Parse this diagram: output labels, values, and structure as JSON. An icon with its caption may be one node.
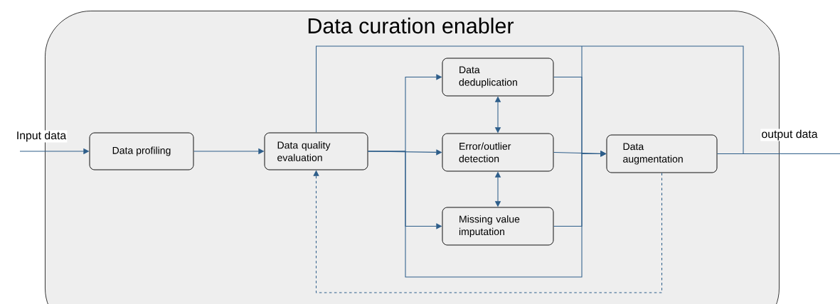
{
  "diagram": {
    "nodes": [
      {
        "text": [
          "Data curation enabler"
        ]
      },
      {
        "text": [
          "Data profiling"
        ],
        "in": 0
      },
      {
        "text": [
          "Data quality evaluation"
        ],
        "in": 0
      },
      {
        "text": [
          "Data deduplication"
        ],
        "in": 0
      },
      {
        "text": [
          "Error/outlier detection"
        ],
        "in": 0
      },
      {
        "text": [
          "Missing value imputation"
        ],
        "in": 0
      },
      {
        "text": [
          "Data augmentation"
        ],
        "in": 0
      }
    ],
    "edges": [
      {
        "from": null,
        "to": 1,
        "arrow": "to",
        "label": "Input data"
      },
      {
        "from": 1,
        "to": 2,
        "arrow": "to"
      },
      {
        "from": 2,
        "to": 3,
        "arrow": "to"
      },
      {
        "from": 2,
        "to": 4,
        "arrow": "to"
      },
      {
        "from": 2,
        "to": 5,
        "arrow": "to"
      },
      {
        "from": 3,
        "to": 6,
        "arrow": "to"
      },
      {
        "from": 4,
        "to": 6,
        "arrow": "to"
      },
      {
        "from": 5,
        "to": 6,
        "arrow": "to"
      },
      {
        "from": 3,
        "to": 4,
        "arrow": "both"
      },
      {
        "from": 4,
        "to": 5,
        "arrow": "both"
      },
      {
        "from": 6,
        "to": 2,
        "arrow": "to",
        "style": "dashed"
      },
      {
        "from": 6,
        "to": null,
        "arrow": "none",
        "label": "output data"
      },
      {
        "from": 2,
        "to": null,
        "arrow": "none"
      }
    ]
  }
}
